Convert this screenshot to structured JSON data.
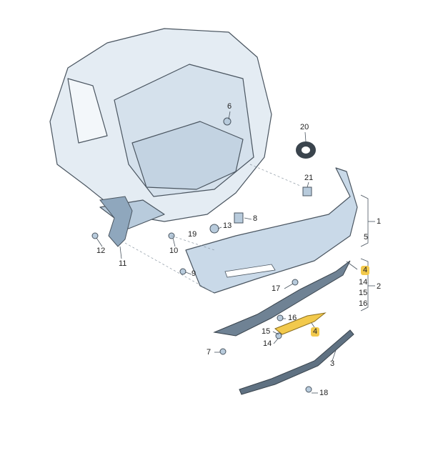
{
  "callouts": {
    "c6": "6",
    "c20": "20",
    "c21": "21",
    "c8": "8",
    "c13": "13",
    "c19": "19",
    "c12": "12",
    "c10": "10",
    "c11": "11",
    "c9": "9",
    "c1": "1",
    "c5": "5",
    "c4a": "4",
    "c14a": "14",
    "c15a": "15",
    "c16a": "16",
    "c2": "2",
    "c17": "17",
    "c16b": "16",
    "c15b": "15",
    "c14b": "14",
    "c4b": "4",
    "c7": "7",
    "c3": "3",
    "c18": "18"
  },
  "colors": {
    "part_fill": "#c9d9e8",
    "part_dark": "#8fa7bd",
    "line": "#4a5560",
    "highlight": "#f2c94c"
  }
}
